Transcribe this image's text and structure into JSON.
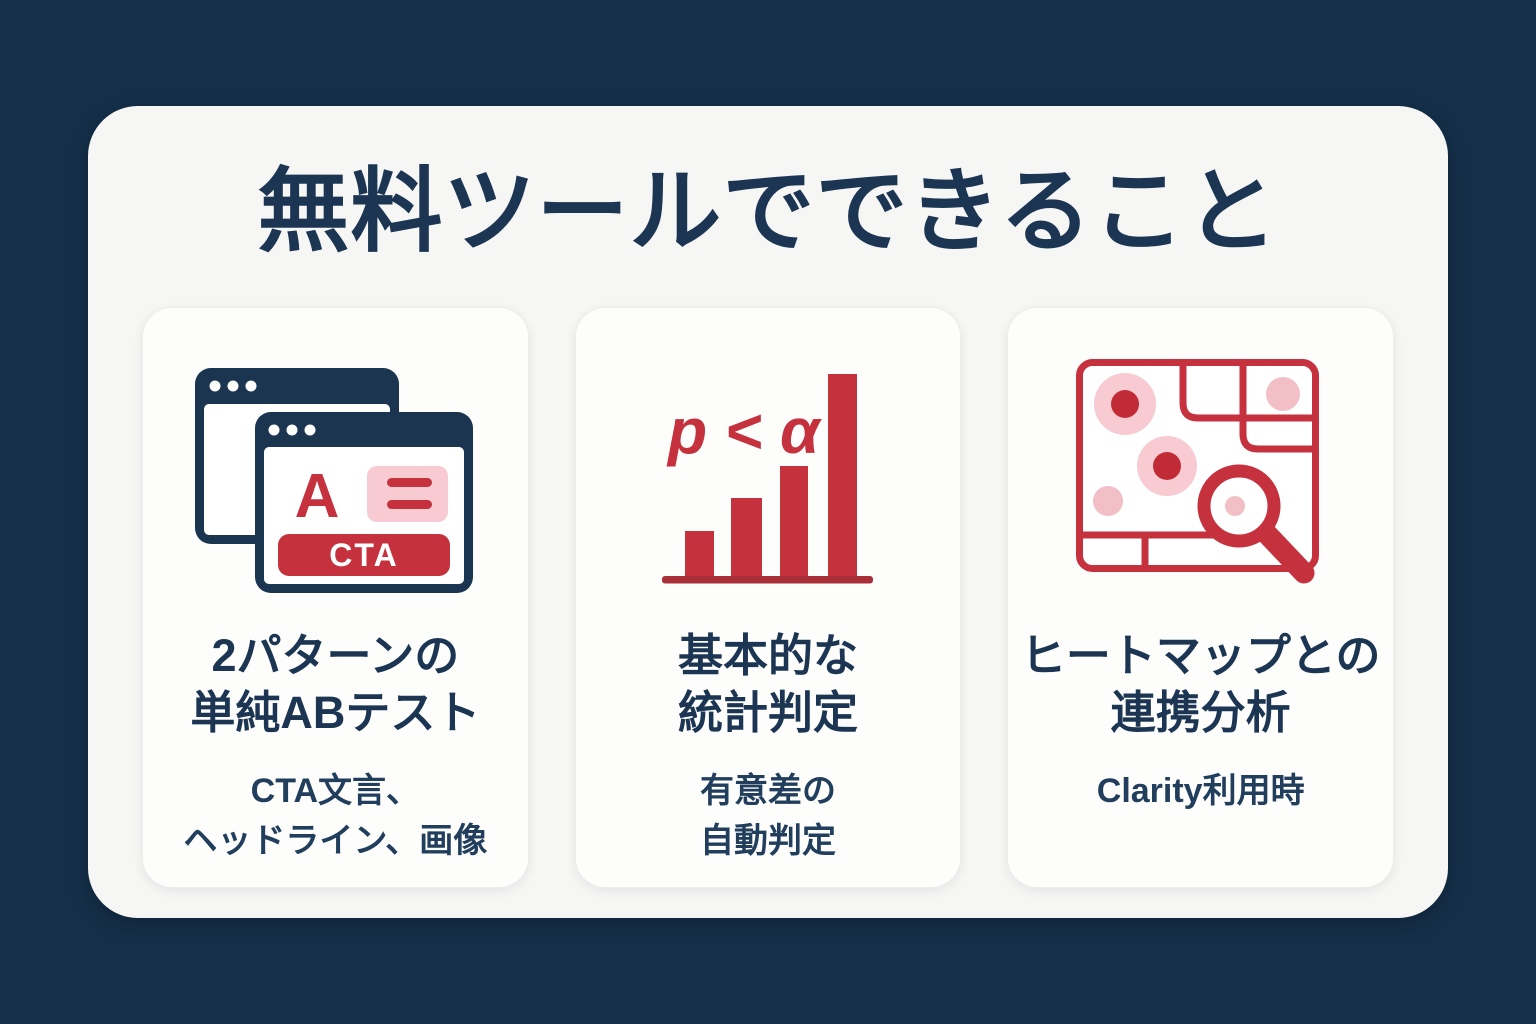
{
  "title": "無料ツールでできること",
  "colors": {
    "background_navy": "#152F4A",
    "panel_offwhite": "#F6F6F4",
    "card_white": "#FDFDFC",
    "text_navy": "#1B3553",
    "icon_navy": "#1B3450",
    "accent_red": "#C5313D",
    "dark_red_baseline": "#A93038",
    "pink": "#F7CBD1"
  },
  "cards": [
    {
      "icon": "ab-test-browser-windows-icon",
      "icon_text": {
        "variant_label": "A",
        "cta_label": "CTA"
      },
      "title_lines": [
        "2パターンの",
        "単純ABテスト"
      ],
      "subtitle_lines": [
        "CTA文言、",
        "ヘッドライン、画像"
      ]
    },
    {
      "icon": "significance-bar-chart-icon",
      "icon_text": {
        "formula": "p < α"
      },
      "title_lines": [
        "基本的な",
        "統計判定"
      ],
      "subtitle_lines": [
        "有意差の",
        "自動判定"
      ]
    },
    {
      "icon": "heatmap-magnifier-icon",
      "icon_text": {},
      "title_lines": [
        "ヒートマップとの",
        "連携分析"
      ],
      "subtitle_lines": [
        "Clarity利用時"
      ]
    }
  ]
}
